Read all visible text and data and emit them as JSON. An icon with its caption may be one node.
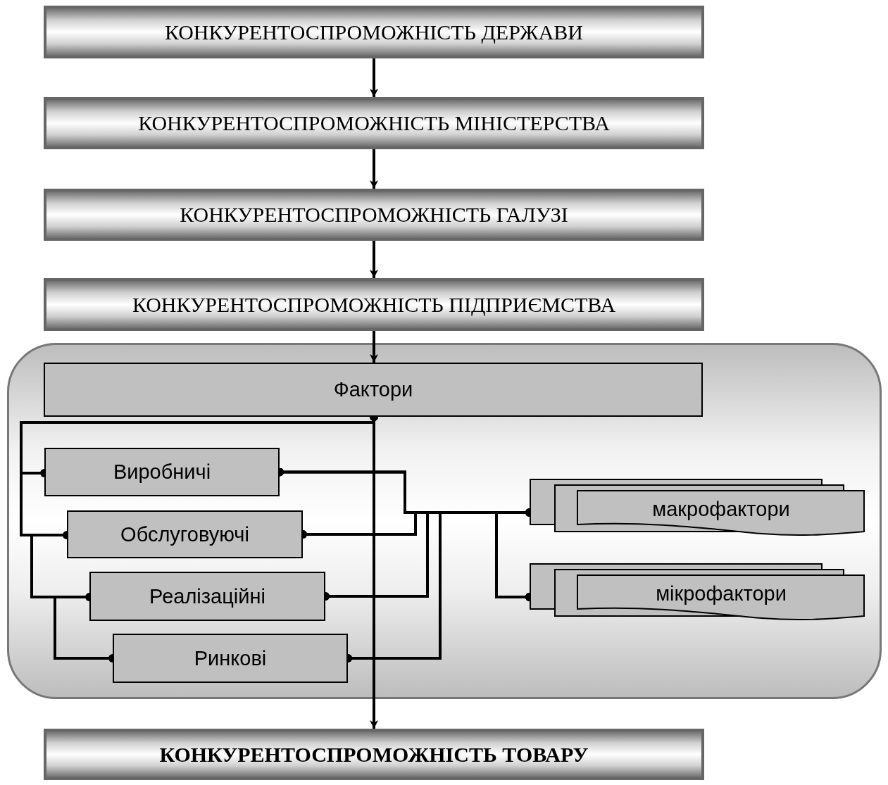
{
  "diagram": {
    "nodes": [
      {
        "text": [
          "КОНКУРЕНТОСПРОМОЖНІСТЬ ДЕРЖАВИ"
        ]
      },
      {
        "text": [
          "КОНКУРЕНТОСПРОМОЖНІСТЬ МІНІСТЕРСТВА"
        ]
      },
      {
        "text": [
          "КОНКУРЕНТОСПРОМОЖНІСТЬ ГАЛУЗІ"
        ]
      },
      {
        "text": [
          "КОНКУРЕНТОСПРОМОЖНІСТЬ ПІДПРИЄМСТВА"
        ]
      },
      {
        "text": [],
        "shape": "box"
      },
      {
        "text": [
          "Фактори"
        ],
        "in": 4
      },
      {
        "text": [
          "Виробничі"
        ],
        "in": 4
      },
      {
        "text": [
          "Обслуговуючі"
        ],
        "in": 4
      },
      {
        "text": [
          "Реалізаційні"
        ],
        "in": 4
      },
      {
        "text": [
          "Ринкові"
        ],
        "in": 4
      },
      {
        "text": [
          "макрофактори"
        ],
        "in": 4
      },
      {
        "text": [
          "мікрофактори"
        ],
        "in": 4
      },
      {
        "text": [
          "КОНКУРЕНТОСПРОМОЖНІСТЬ ТОВАРУ"
        ]
      }
    ],
    "edges": [
      {
        "from": 0,
        "to": 1,
        "arrow": "to"
      },
      {
        "from": 1,
        "to": 2,
        "arrow": "to"
      },
      {
        "from": 2,
        "to": 3,
        "arrow": "to"
      },
      {
        "from": 3,
        "to": 5,
        "arrow": "to"
      },
      {
        "from": 5,
        "to": 12,
        "arrow": "to"
      },
      {
        "from": 5,
        "to": 6,
        "arrow": "other"
      },
      {
        "from": 5,
        "to": 7,
        "arrow": "other"
      },
      {
        "from": 5,
        "to": 8,
        "arrow": "other"
      },
      {
        "from": 5,
        "to": 9,
        "arrow": "other"
      },
      {
        "from": 6,
        "to": 10,
        "arrow": "other"
      },
      {
        "from": 7,
        "to": 10,
        "arrow": "other"
      },
      {
        "from": 8,
        "to": 10,
        "arrow": "other"
      },
      {
        "from": 9,
        "to": 10,
        "arrow": "other"
      },
      {
        "from": 6,
        "to": 11,
        "arrow": "other"
      },
      {
        "from": 7,
        "to": 11,
        "arrow": "other"
      },
      {
        "from": 8,
        "to": 11,
        "arrow": "other"
      },
      {
        "from": 9,
        "to": 11,
        "arrow": "other"
      }
    ]
  }
}
